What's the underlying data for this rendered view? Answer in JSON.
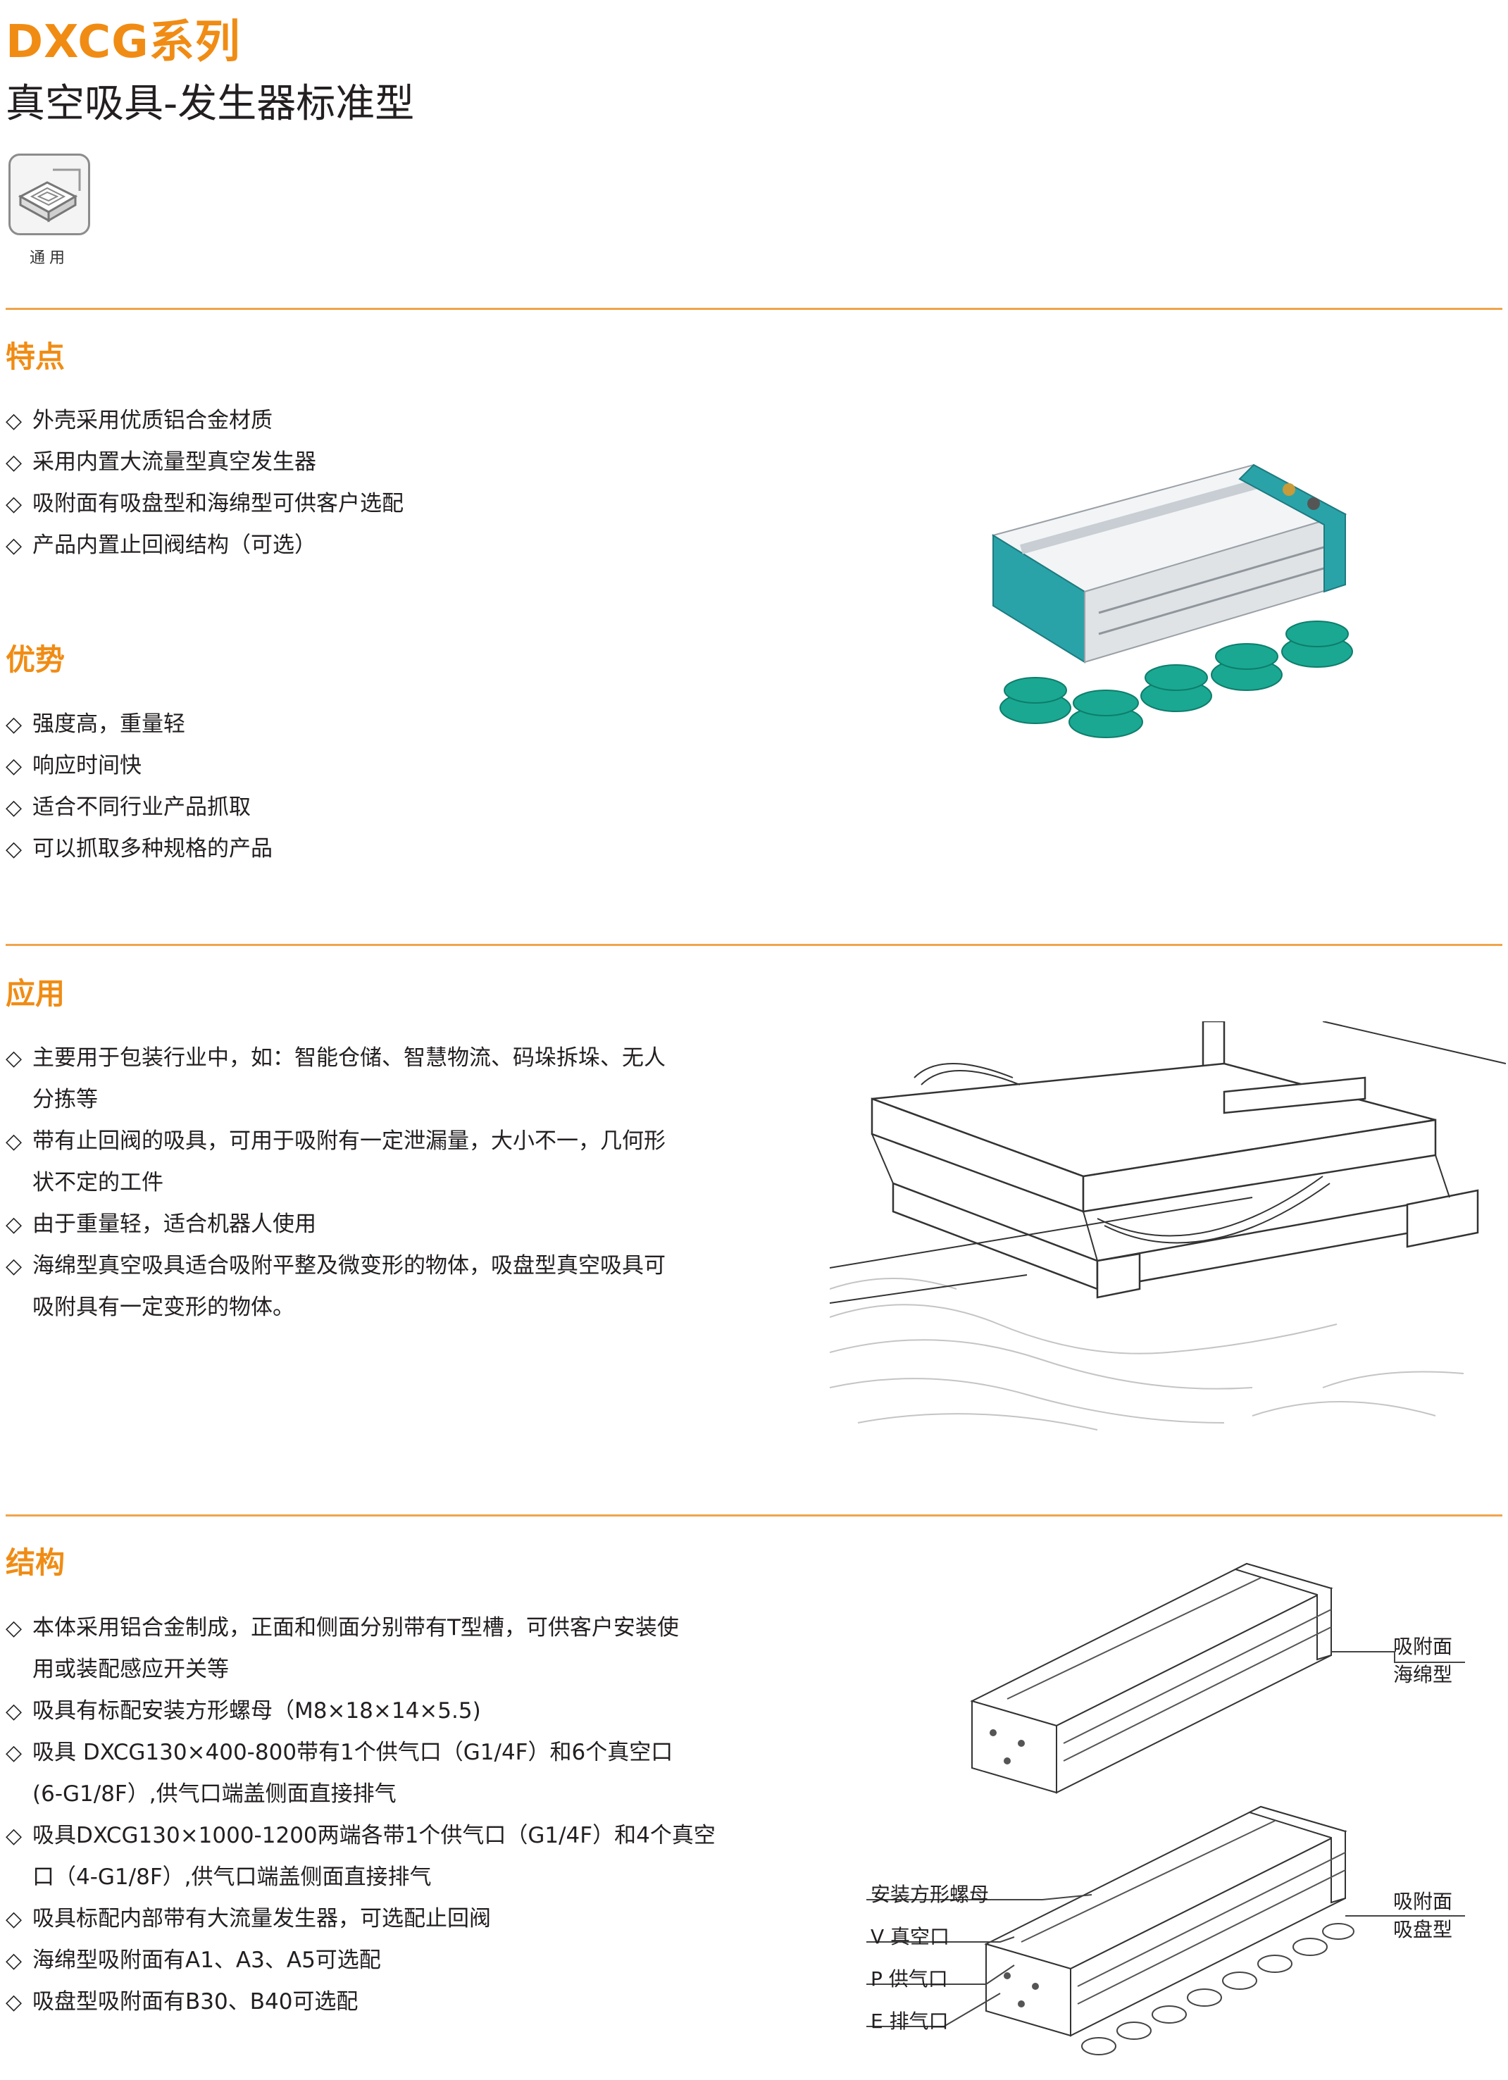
{
  "header": {
    "series_title": "DXCG系列",
    "subtitle": "真空吸具-发生器标准型",
    "badge_label": "通用",
    "badge_icon": "general-use-icon"
  },
  "bullet_symbol": "◇",
  "sections": {
    "features": {
      "title": "特点",
      "items": [
        "外壳采用优质铝合金材质",
        "采用内置大流量型真空发生器",
        "吸附面有吸盘型和海绵型可供客户选配",
        "产品内置止回阀结构（可选）"
      ]
    },
    "advantages": {
      "title": "优势",
      "items": [
        "强度高，重量轻",
        "响应时间快",
        "适合不同行业产品抓取",
        "可以抓取多种规格的产品"
      ]
    },
    "applications": {
      "title": "应用",
      "items": [
        [
          "主要用于包装行业中，如：智能仓储、智慧物流、码垛拆垛、无人",
          "分拣等"
        ],
        [
          "带有止回阀的吸具，可用于吸附有一定泄漏量，大小不一，几何形",
          "状不定的工件"
        ],
        [
          "由于重量轻，适合机器人使用"
        ],
        [
          "海绵型真空吸具适合吸附平整及微变形的物体，吸盘型真空吸具可",
          "吸附具有一定变形的物体。"
        ]
      ]
    },
    "structure": {
      "title": "结构",
      "items": [
        [
          "本体采用铝合金制成，正面和侧面分别带有T型槽，可供客户安装使",
          "用或装配感应开关等"
        ],
        [
          "吸具有标配安装方形螺母（M8×18×14×5.5)"
        ],
        [
          "吸具 DXCG130×400-800带有1个供气口（G1/4F）和6个真空口",
          "(6-G1/8F）,供气口端盖侧面直接排气"
        ],
        [
          "吸具DXCG130×1000-1200两端各带1个供气口（G1/4F）和4个真空",
          "口（4-G1/8F）,供气口端盖侧面直接排气"
        ],
        [
          "吸具标配内部带有大流量发生器，可选配止回阀"
        ],
        [
          "海绵型吸附面有A1、A3、A5可选配"
        ],
        [
          "吸盘型吸附面有B30、B40可选配"
        ]
      ]
    }
  },
  "diagram_labels": {
    "sponge_surface": [
      "吸附面",
      "海绵型"
    ],
    "cup_surface": [
      "吸附面",
      "吸盘型"
    ],
    "mounting_nut": "安装方形螺母",
    "vacuum_port": "V 真空口",
    "supply_port": "P 供气口",
    "exhaust_port": "E 排气口"
  },
  "colors": {
    "accent": "#f08c14",
    "rule": "#f0a44a",
    "teal": "#2aa3a8",
    "cup": "#1aa892"
  }
}
